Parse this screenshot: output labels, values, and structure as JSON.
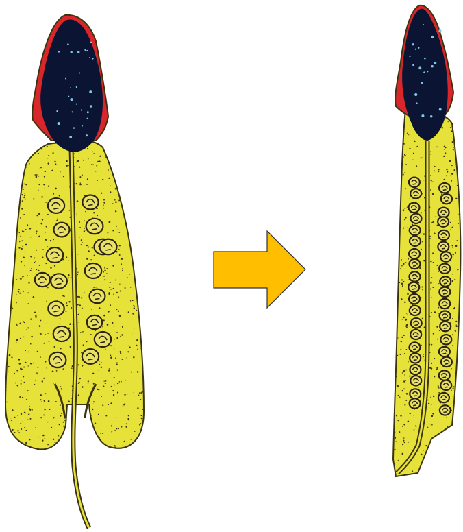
{
  "figure": {
    "description_free": true,
    "left_organ": {
      "state": "before"
    },
    "right_organ": {
      "state": "after"
    },
    "arrow": {
      "direction": "right"
    }
  },
  "colors": {
    "background": "#ffffff",
    "body_fill": "#e7e23a",
    "body_fill_dark": "#d8d12c",
    "outline": "#3b3410",
    "apex_fill": "#0b1433",
    "apex_speck": "#7fc8e8",
    "apex_rim": "#d8262a",
    "apex_rim_inner": "#f0c050",
    "follicle_fill": "#e9e066",
    "follicle_ring": "#2a2410",
    "arrow_fill": "#ffbe00",
    "arrow_stroke": "#333333"
  },
  "icons": {
    "arrow": "right-arrow-icon"
  }
}
